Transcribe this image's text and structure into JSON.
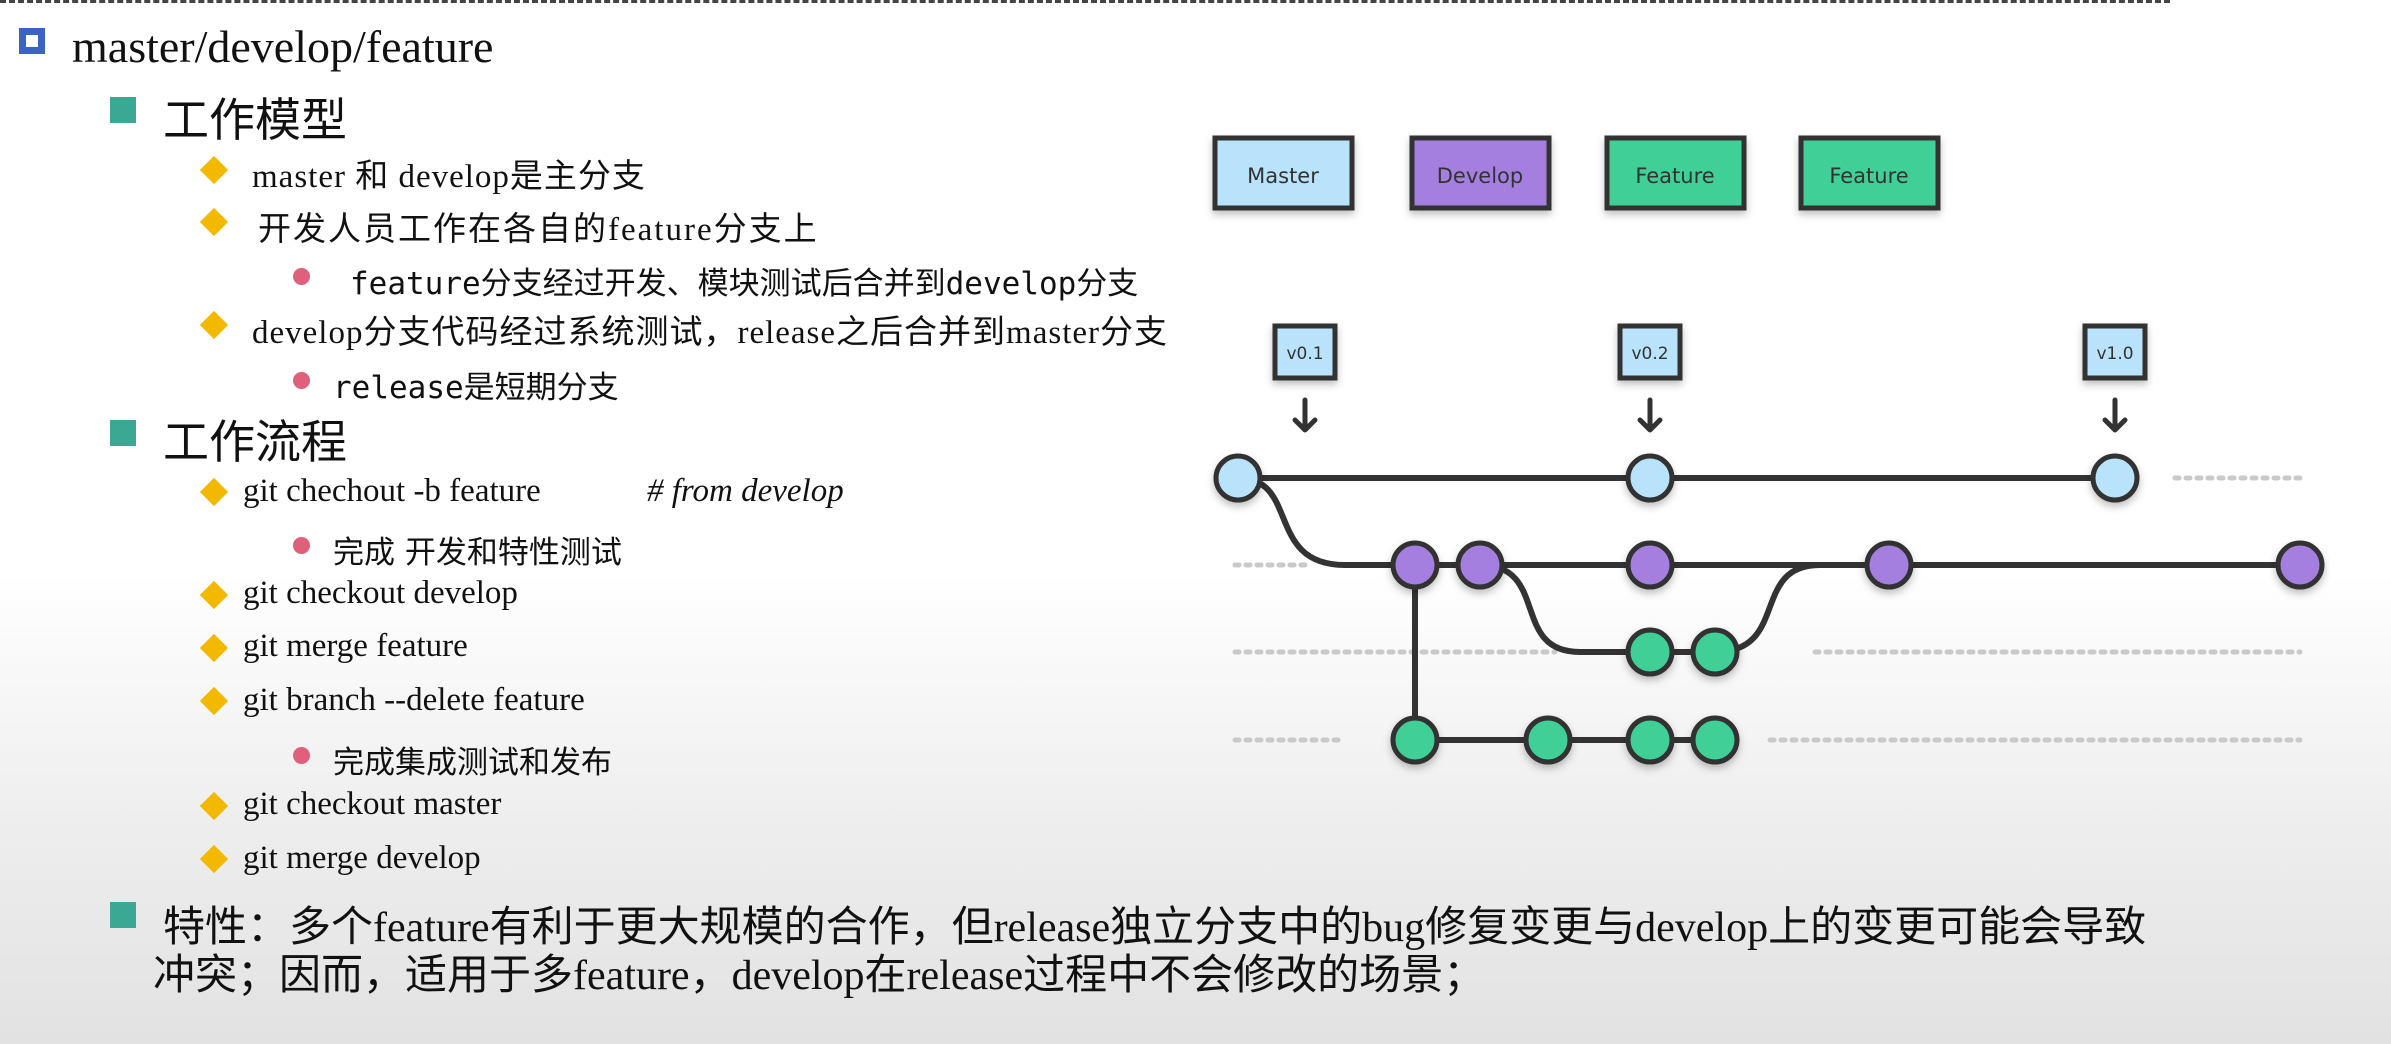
{
  "slide": {
    "title": "master/develop/feature",
    "model": {
      "heading": "工作模型",
      "items": [
        "master 和 develop是主分支",
        "开发人员工作在各自的feature分支上",
        "feature分支经过开发、模块测试后合并到develop分支",
        "develop分支代码经过系统测试，release之后合并到master分支",
        "release是短期分支"
      ]
    },
    "flow": {
      "heading": "工作流程",
      "cmd1": "git chechout -b feature",
      "cmd1_comment": "# from develop",
      "sub1": "完成  开发和特性测试",
      "cmd2": "git checkout develop",
      "cmd3": "git merge feature",
      "cmd4": "git branch --delete feature",
      "sub2": "完成集成测试和发布",
      "cmd5": "git checkout master",
      "cmd6": "git merge develop"
    },
    "feature_note": {
      "line1": "特性：多个feature有利于更大规模的合作，但release独立分支中的bug修复变更与develop上的变更可能会导致",
      "line2": "冲突；因而，适用于多feature，develop在release过程中不会修改的场景；"
    }
  },
  "diagram": {
    "legend": [
      {
        "label": "Master",
        "color": "#b8e3fb"
      },
      {
        "label": "Develop",
        "color": "#a57fe0"
      },
      {
        "label": "Feature",
        "color": "#3fcf96"
      },
      {
        "label": "Feature",
        "color": "#3fcf96"
      }
    ],
    "tags": [
      "v0.1",
      "v0.2",
      "v1.0"
    ],
    "colors": {
      "master": "#b8e3fb",
      "develop": "#a57fe0",
      "feature": "#3fcf96",
      "line": "#333333"
    }
  }
}
